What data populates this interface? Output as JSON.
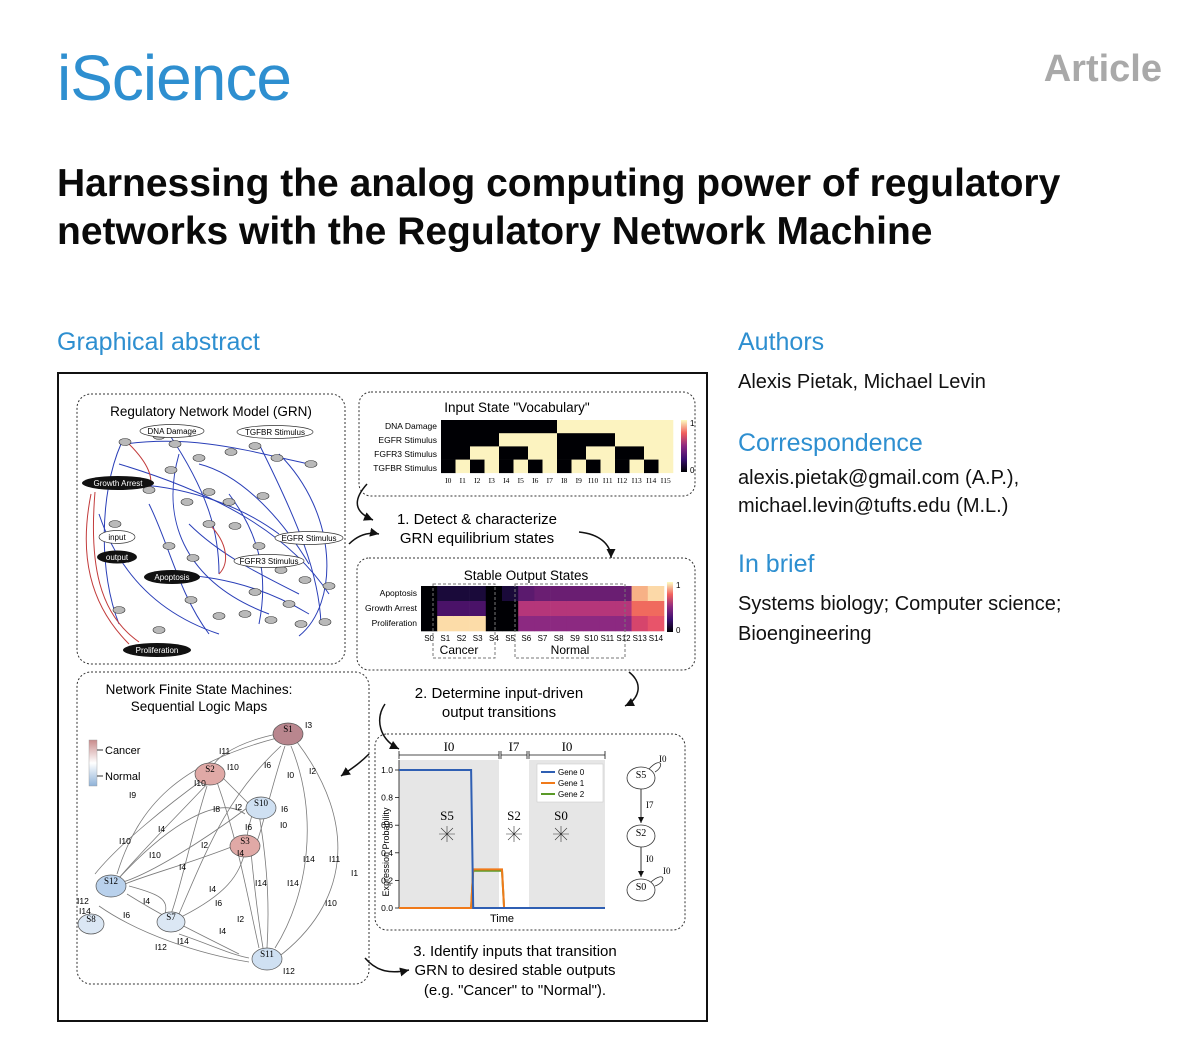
{
  "header": {
    "journal": "iScience",
    "article_type": "Article"
  },
  "title": "Harnessing the analog computing power of regulatory networks with the Regulatory Network Machine",
  "sections": {
    "graphical_abstract": "Graphical abstract",
    "authors_heading": "Authors",
    "authors": "Alexis Pietak, Michael Levin",
    "correspondence_heading": "Correspondence",
    "correspondence": [
      "alexis.pietak@gmail.com (A.P.),",
      "michael.levin@tufts.edu (M.L.)"
    ],
    "in_brief_heading": "In brief",
    "in_brief": [
      "Systems biology; Computer science;",
      "Bioengineering"
    ]
  },
  "figure": {
    "grn": {
      "title": "Regulatory Network Model (GRN)",
      "labels": [
        "DNA Damage",
        "TGFBR Stimulus",
        "Growth Arrest",
        "input",
        "output",
        "Apoptosis",
        "EGFR Stimulus",
        "FGFR3 Stimulus",
        "Proliferation"
      ]
    },
    "vocab": {
      "title": "Input State \"Vocabulary\"",
      "rows": [
        "DNA Damage",
        "EGFR Stimulus",
        "FGFR3 Stimulus",
        "TGFBR Stimulus"
      ],
      "cols": [
        "I0",
        "I1",
        "I2",
        "I3",
        "I4",
        "I5",
        "I6",
        "I7",
        "I8",
        "I9",
        "I10",
        "I11",
        "I12",
        "I13",
        "I14",
        "I15"
      ],
      "cbar_max": "1",
      "cbar_min": "0"
    },
    "step1": [
      "1. Detect & characterize",
      "GRN equilibrium states"
    ],
    "stable": {
      "title": "Stable Output States",
      "rows": [
        "Apoptosis",
        "Growth Arrest",
        "Proliferation"
      ],
      "cols": [
        "S0",
        "S1",
        "S2",
        "S3",
        "S4",
        "S5",
        "S6",
        "S7",
        "S8",
        "S9",
        "S10",
        "S11",
        "S12",
        "S13",
        "S14"
      ],
      "group_cancer": "Cancer",
      "group_normal": "Normal",
      "cbar_max": "1",
      "cbar_min": "0"
    },
    "step2": [
      "2. Determine input-driven",
      "output transitions"
    ],
    "fsm": {
      "title": [
        "Network Finite State Machines:",
        "Sequential Logic Maps"
      ],
      "legend_cancer": "Cancer",
      "legend_normal": "Normal",
      "states": [
        "S1",
        "S2",
        "S10",
        "S3",
        "S12",
        "S8",
        "S7",
        "S11"
      ],
      "edge_labels": [
        "I3",
        "I11",
        "I10",
        "I6",
        "I0",
        "I2",
        "I9",
        "I8",
        "I2",
        "I6",
        "I10",
        "I4",
        "I6",
        "I0",
        "I10",
        "I10",
        "I2",
        "I4",
        "I14",
        "I4",
        "I6",
        "I14",
        "I11",
        "I14",
        "I1",
        "I4",
        "I6",
        "I2",
        "I4",
        "I12",
        "I14",
        "I12",
        "I10",
        "I12",
        "I14",
        "I4"
      ]
    },
    "timeseries": {
      "phases": [
        "I0",
        "I7",
        "I0"
      ],
      "states": [
        "S5",
        "S2",
        "S0"
      ],
      "ylabel": "Expression Probability",
      "xlabel": "Time",
      "yticks": [
        "1.0",
        "0.8",
        "0.6",
        "0.4",
        "0.2",
        "0.0"
      ],
      "legend": [
        "Gene 0",
        "Gene 1",
        "Gene 2"
      ],
      "colors": [
        "#2f5fb3",
        "#f07a1a",
        "#5a9a28"
      ],
      "mini_fsm": {
        "states": [
          "S5",
          "S2",
          "S0"
        ],
        "inputs": [
          "I0",
          "I7",
          "I0",
          "I0"
        ]
      }
    },
    "step3": [
      "3. Identify inputs that transition",
      "GRN to desired stable outputs",
      "(e.g. \"Cancer\" to \"Normal\")."
    ]
  },
  "chart_data": {
    "type": "line",
    "x": [
      0,
      0.35,
      0.36,
      0.5,
      0.51,
      1
    ],
    "series": [
      {
        "name": "Gene 0",
        "values": [
          1.0,
          1.0,
          0.0,
          0.0,
          0.0,
          0.0
        ]
      },
      {
        "name": "Gene 1",
        "values": [
          0.0,
          0.0,
          0.28,
          0.28,
          0.0,
          0.0
        ]
      },
      {
        "name": "Gene 2",
        "values": [
          0.0,
          0.0,
          0.27,
          0.27,
          0.0,
          0.0
        ]
      }
    ],
    "xlabel": "Time",
    "ylabel": "Expression Probability",
    "ylim": [
      0,
      1.0
    ],
    "grid": false,
    "legend": "top-right"
  }
}
